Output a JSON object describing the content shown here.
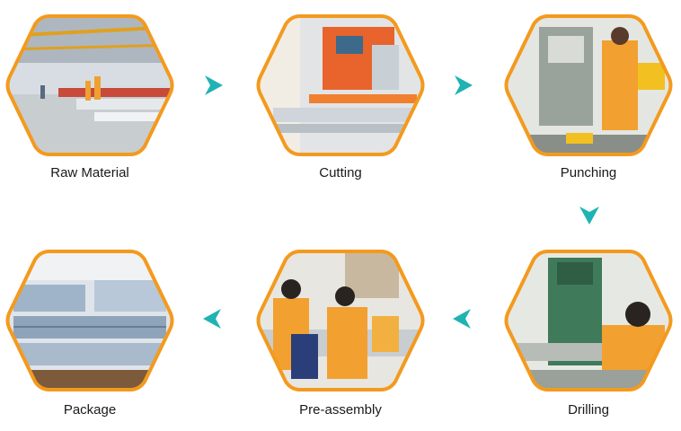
{
  "colors": {
    "hex_border": "#f39a1e",
    "arrow": "#1fb3b3",
    "text": "#1a1a1a"
  },
  "steps": [
    {
      "label": "Raw Material",
      "photo": "factory-floor"
    },
    {
      "label": "Cutting",
      "photo": "cutting-machine"
    },
    {
      "label": "Punching",
      "photo": "punching-press"
    },
    {
      "label": "Drilling",
      "photo": "drilling-machine"
    },
    {
      "label": "Pre-assembly",
      "photo": "assembly-workers"
    },
    {
      "label": "Package",
      "photo": "packaged-profiles"
    }
  ],
  "arrows": [
    {
      "icon": "arrow-right-icon"
    },
    {
      "icon": "arrow-right-icon"
    },
    {
      "icon": "arrow-down-icon"
    },
    {
      "icon": "arrow-left-icon"
    },
    {
      "icon": "arrow-left-icon"
    }
  ]
}
